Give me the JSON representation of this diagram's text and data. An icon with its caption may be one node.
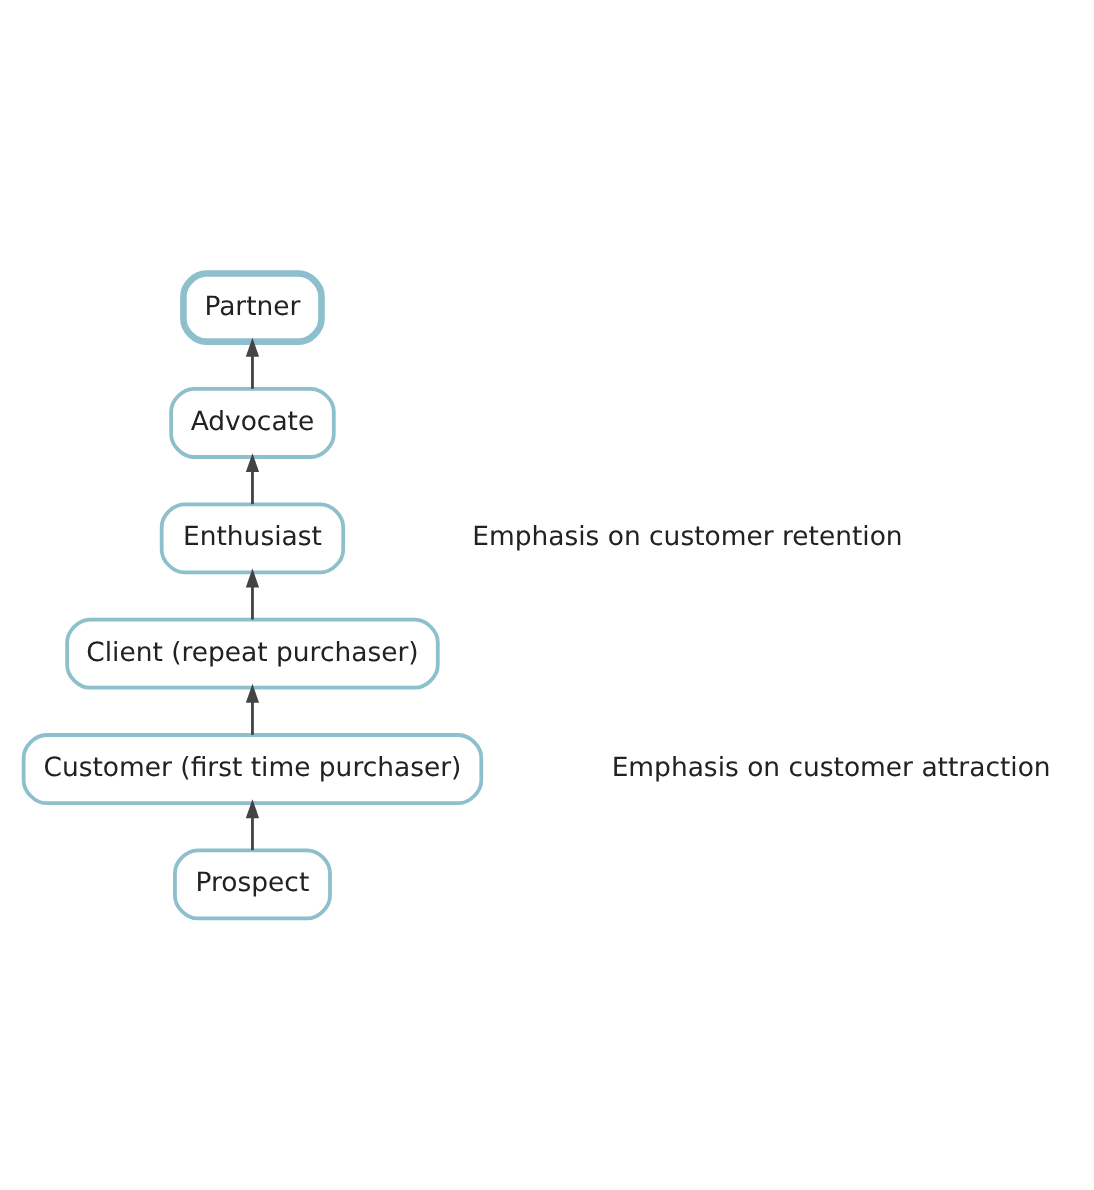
{
  "diagram": {
    "nodes": [
      {
        "text": [
          "Partner"
        ]
      },
      {
        "text": [
          "Advocate"
        ]
      },
      {
        "text": [
          "Enthusiast"
        ]
      },
      {
        "text": [
          "Client (repeat purchaser)"
        ]
      },
      {
        "text": [
          "Customer (first time purchaser)"
        ]
      },
      {
        "text": [
          "Prospect"
        ]
      }
    ],
    "edges": [
      {
        "from": 5,
        "to": 4,
        "arrow": "to"
      },
      {
        "from": 4,
        "to": 3,
        "arrow": "to"
      },
      {
        "from": 3,
        "to": 2,
        "arrow": "to"
      },
      {
        "from": 2,
        "to": 1,
        "arrow": "to"
      },
      {
        "from": 1,
        "to": 0,
        "arrow": "to"
      }
    ],
    "labels": [
      "Emphasis on customer retention",
      "Emphasis on customer attraction"
    ]
  }
}
